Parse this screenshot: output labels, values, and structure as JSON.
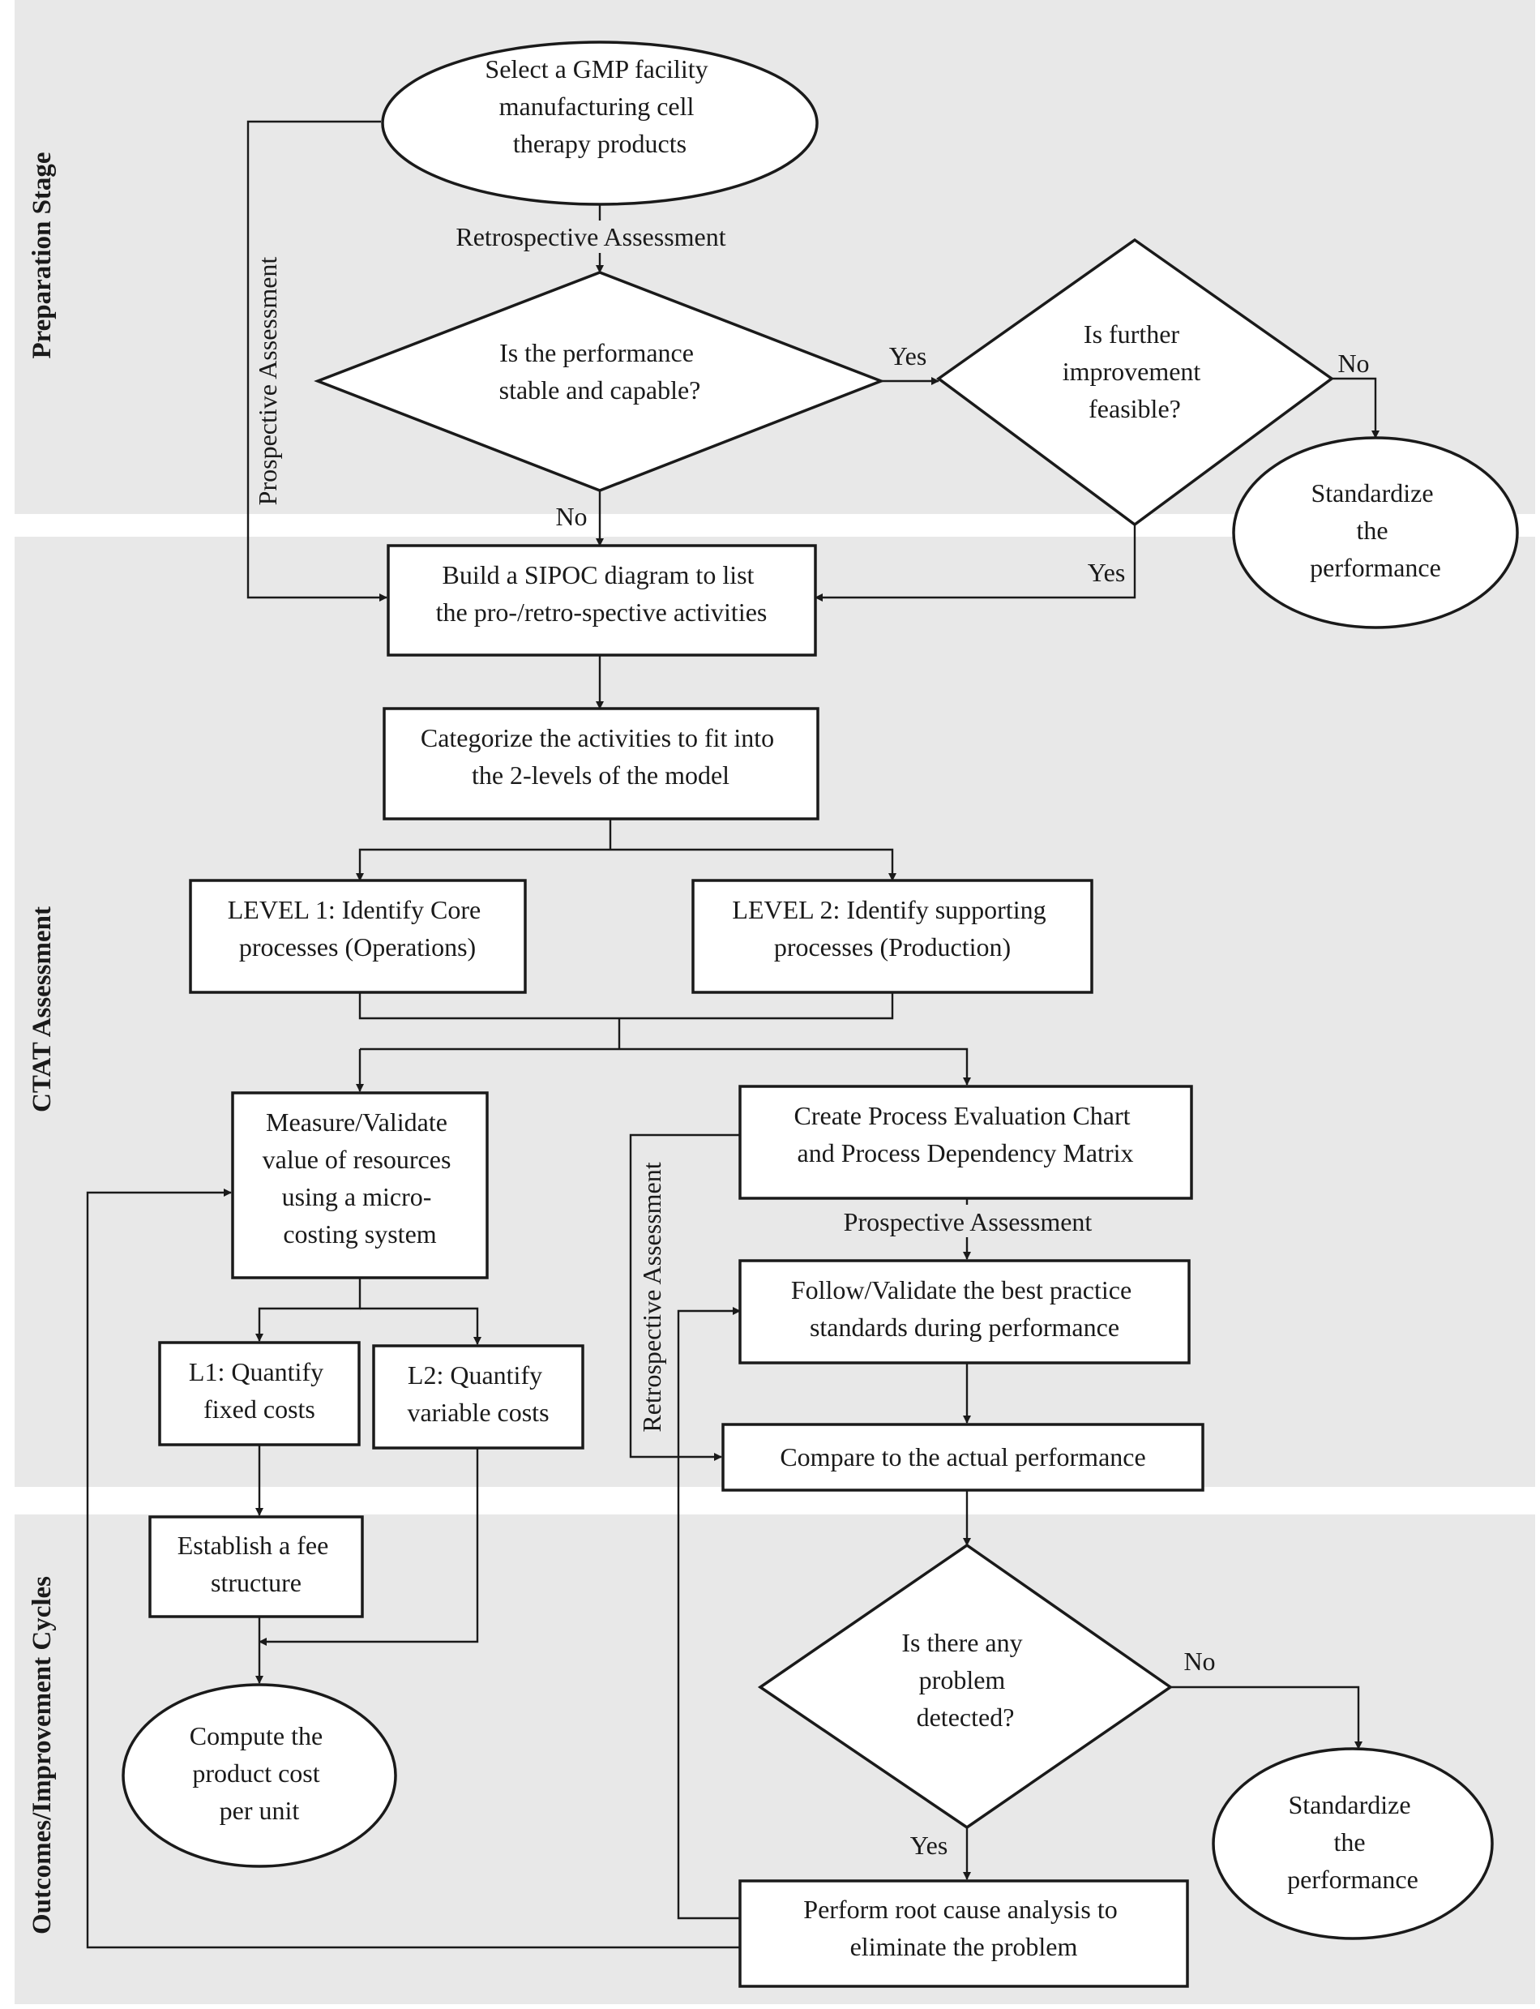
{
  "stages": {
    "preparation": "Preparation Stage",
    "ctat": "CTAT Assessment",
    "outcomes": "Outcomes/Improvement Cycles"
  },
  "nodes": {
    "select_facility": [
      "Select a GMP facility",
      "manufacturing cell",
      "therapy products"
    ],
    "performance_stable": [
      "Is the performance",
      "stable and capable?"
    ],
    "further_improvement": [
      "Is further",
      "improvement",
      "feasible?"
    ],
    "standardize_top": [
      "Standardize",
      "the",
      "performance"
    ],
    "build_sipoc": [
      "Build a SIPOC diagram to list",
      "the pro-/retro-spective activities"
    ],
    "categorize": [
      "Categorize the activities to fit into",
      "the 2-levels of the model"
    ],
    "level1": [
      "LEVEL 1: Identify Core",
      "processes (Operations)"
    ],
    "level2": [
      "LEVEL 2: Identify supporting",
      "processes (Production)"
    ],
    "measure_validate": [
      "Measure/Validate",
      "value of resources",
      "using a micro-",
      "costing system"
    ],
    "create_chart": [
      "Create Process Evaluation Chart",
      "and Process Dependency Matrix"
    ],
    "follow_validate": [
      "Follow/Validate the best practice",
      "standards during performance"
    ],
    "l1_fixed": [
      "L1: Quantify",
      "fixed costs"
    ],
    "l2_variable": [
      "L2: Quantify",
      "variable costs"
    ],
    "compare_actual": [
      "Compare to the actual performance"
    ],
    "fee_structure": [
      "Establish a fee",
      "structure"
    ],
    "problem_detected": [
      "Is there any",
      "problem",
      "detected?"
    ],
    "compute_cost": [
      "Compute the",
      "product cost",
      "per unit"
    ],
    "standardize_bottom": [
      "Standardize",
      "the",
      "performance"
    ],
    "root_cause": [
      "Perform root cause analysis to",
      "eliminate the problem"
    ]
  },
  "edge_labels": {
    "retrospective_top": "Retrospective Assessment",
    "prospective_left": "Prospective Assessment",
    "yes_to_improvement": "Yes",
    "no_to_standardize": "No",
    "no_to_sipoc": "No",
    "yes_to_sipoc": "Yes",
    "prospective_mid": "Prospective Assessment",
    "retrospective_mid": "Retrospective Assessment",
    "no_bottom": "No",
    "yes_bottom": "Yes"
  }
}
